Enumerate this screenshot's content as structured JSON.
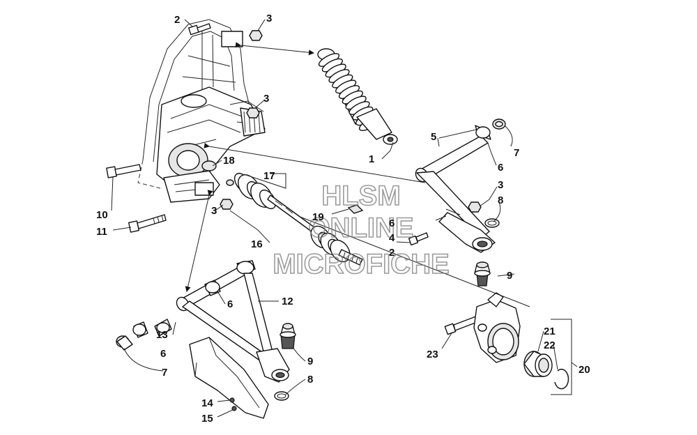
{
  "watermark": {
    "line1": "HLSM",
    "line2": "ONLINE",
    "line3": "MICROFICHE"
  },
  "callouts": [
    {
      "id": "c2a",
      "text": "2"
    },
    {
      "id": "c3a",
      "text": "3"
    },
    {
      "id": "c3b",
      "text": "3"
    },
    {
      "id": "c1",
      "text": "1"
    },
    {
      "id": "c5",
      "text": "5"
    },
    {
      "id": "c7a",
      "text": "7"
    },
    {
      "id": "c6a",
      "text": "6"
    },
    {
      "id": "c18",
      "text": "18"
    },
    {
      "id": "c17",
      "text": "17"
    },
    {
      "id": "c3c",
      "text": "3"
    },
    {
      "id": "c8a",
      "text": "8"
    },
    {
      "id": "c10",
      "text": "10"
    },
    {
      "id": "c3d",
      "text": "3"
    },
    {
      "id": "c11",
      "text": "11"
    },
    {
      "id": "c19",
      "text": "19"
    },
    {
      "id": "c6b",
      "text": "6"
    },
    {
      "id": "c4",
      "text": "4"
    },
    {
      "id": "c16",
      "text": "16"
    },
    {
      "id": "c2b",
      "text": "2"
    },
    {
      "id": "c9a",
      "text": "9"
    },
    {
      "id": "c12",
      "text": "12"
    },
    {
      "id": "c6c",
      "text": "6"
    },
    {
      "id": "c13",
      "text": "13"
    },
    {
      "id": "c6d",
      "text": "6"
    },
    {
      "id": "c7b",
      "text": "7"
    },
    {
      "id": "c9b",
      "text": "9"
    },
    {
      "id": "c8b",
      "text": "8"
    },
    {
      "id": "c21",
      "text": "21"
    },
    {
      "id": "c22",
      "text": "22"
    },
    {
      "id": "c20",
      "text": "20"
    },
    {
      "id": "c23",
      "text": "23"
    },
    {
      "id": "c14",
      "text": "14"
    },
    {
      "id": "c15",
      "text": "15"
    }
  ]
}
